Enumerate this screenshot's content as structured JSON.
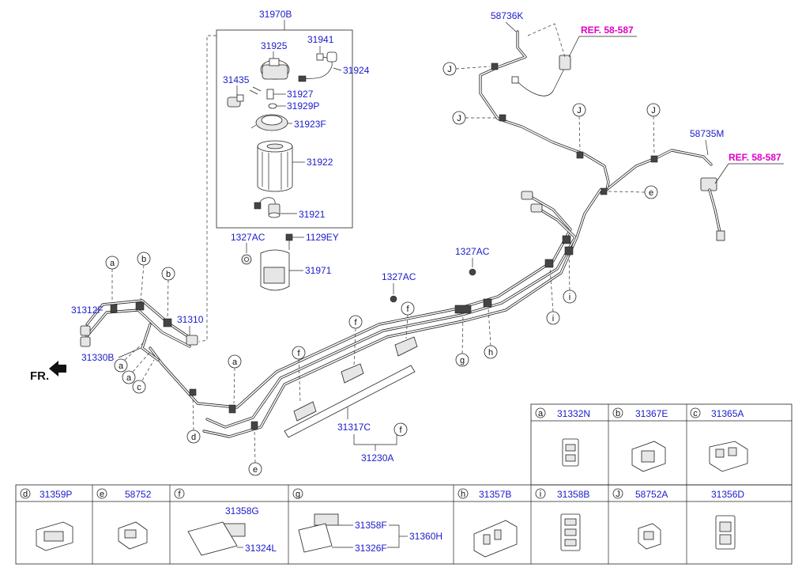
{
  "direction_label": "FR.",
  "colors": {
    "part_number": "#1a1acc",
    "reference": "#e000c8",
    "line": "#222222"
  },
  "parts": {
    "p31970B": "31970B",
    "p31925": "31925",
    "p31941": "31941",
    "p31924": "31924",
    "p31435": "31435",
    "p31927": "31927",
    "p31929P": "31929P",
    "p31923F": "31923F",
    "p31922": "31922",
    "p31921": "31921",
    "p1327AC_a": "1327AC",
    "p1129EY": "1129EY",
    "p31971": "31971",
    "p1327AC_b": "1327AC",
    "p1327AC_c": "1327AC",
    "p58736K": "58736K",
    "p58735M": "58735M",
    "p31312F": "31312F",
    "p31310": "31310",
    "p31330B": "31330B",
    "p31317C": "31317C",
    "p31230A": "31230A"
  },
  "references": {
    "ref_a": "REF. 58-587",
    "ref_b": "REF. 58-587"
  },
  "callouts": {
    "a": "a",
    "b": "b",
    "c": "c",
    "d": "d",
    "e": "e",
    "f": "f",
    "g": "g",
    "h": "h",
    "i": "i",
    "J": "J"
  },
  "legend": {
    "row1": [
      {
        "letter": "a",
        "part": "31332N"
      },
      {
        "letter": "b",
        "part": "31367E"
      },
      {
        "letter": "c",
        "part": "31365A"
      }
    ],
    "row2": [
      {
        "letter": "d",
        "part": "31359P"
      },
      {
        "letter": "e",
        "part": "58752"
      },
      {
        "letter": "f",
        "part": "",
        "sub": [
          "31358G",
          "31324L"
        ]
      },
      {
        "letter": "g",
        "part": "",
        "sub": [
          "31358F",
          "31326F",
          "31360H"
        ]
      },
      {
        "letter": "h",
        "part": "31357B"
      },
      {
        "letter": "i",
        "part": "31358B"
      },
      {
        "letter": "J",
        "part": "58752A"
      },
      {
        "letter": "",
        "part": "31356D"
      }
    ]
  }
}
